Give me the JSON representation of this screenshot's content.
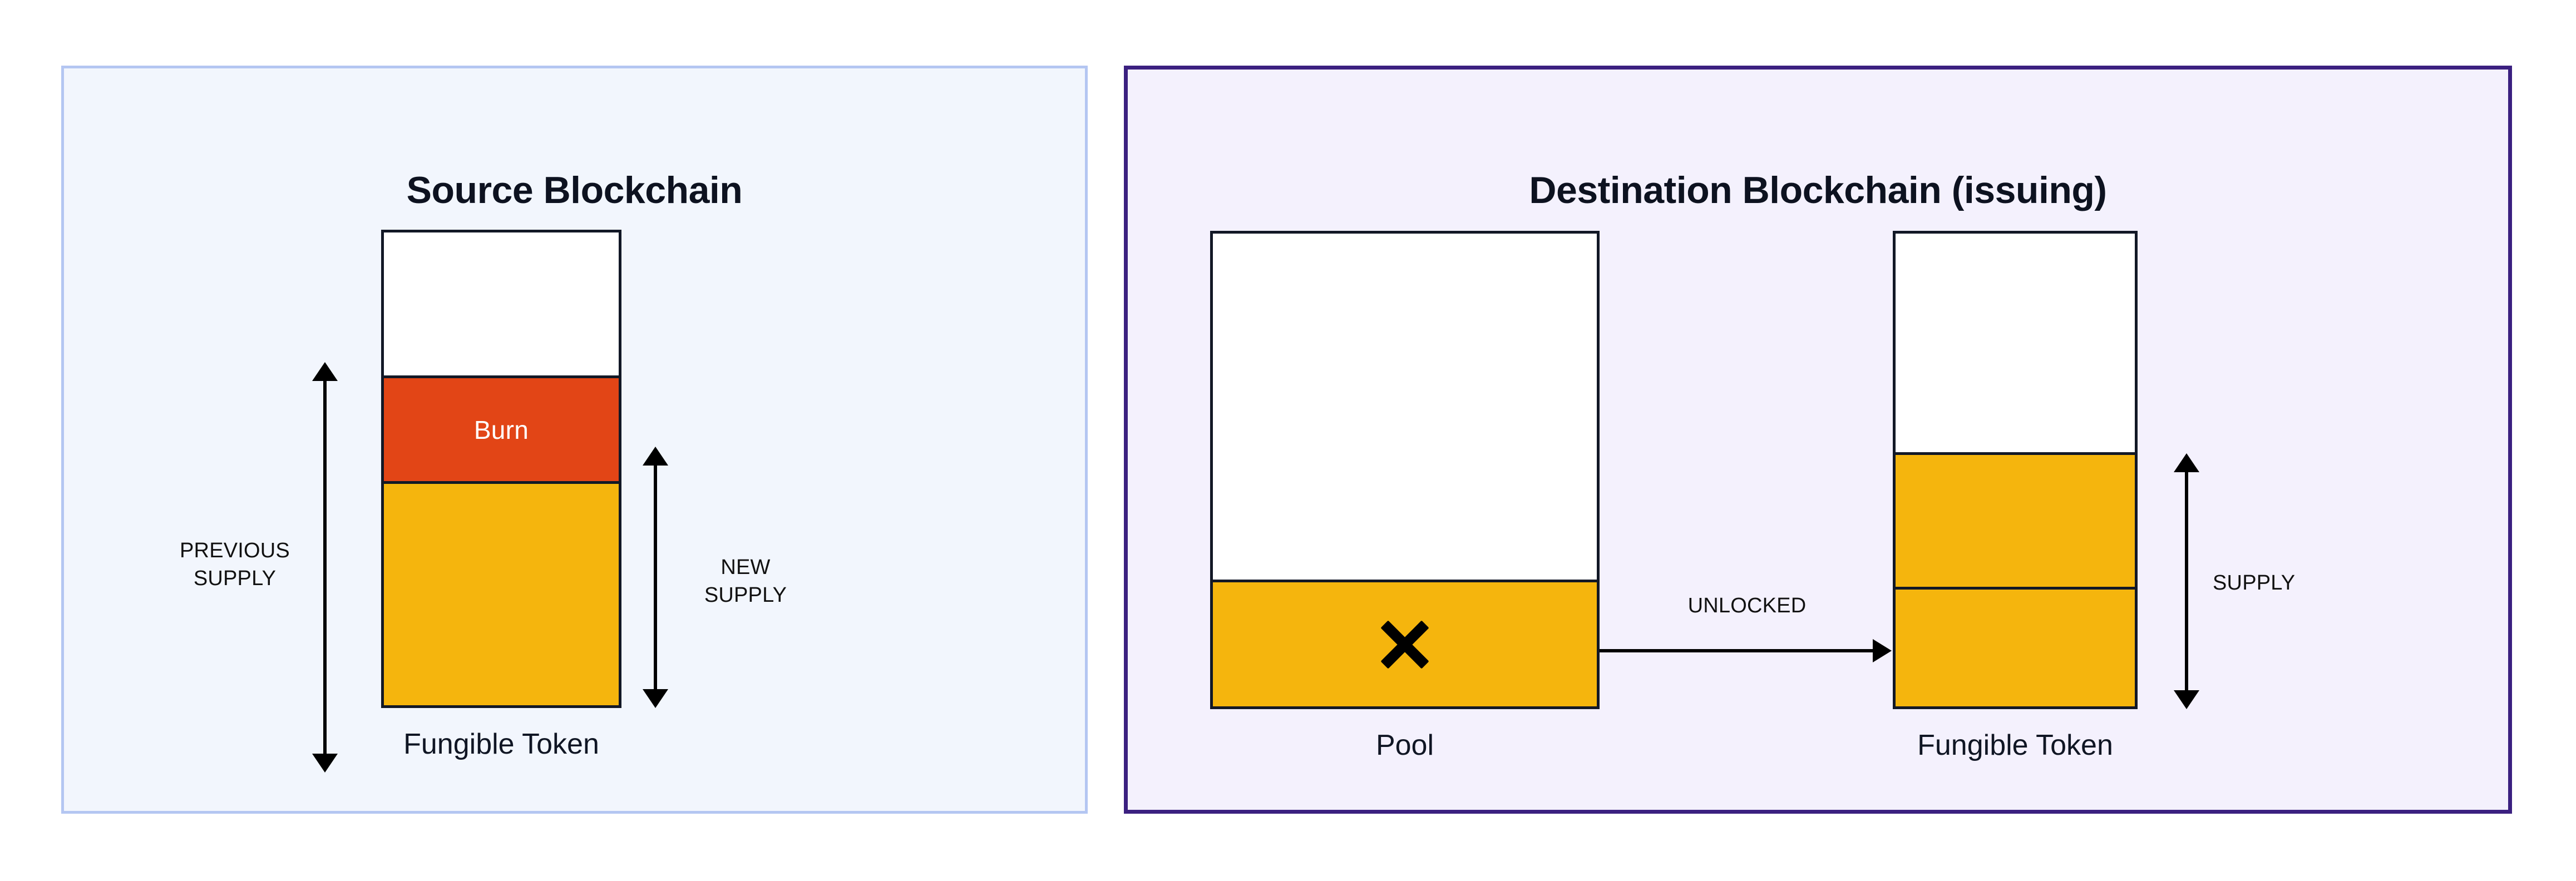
{
  "diagram": {
    "panels": [
      {
        "id": "source",
        "title": "Source Blockchain",
        "border_color": "#B4C6F2",
        "background_color": "#F2F6FD"
      },
      {
        "id": "destination",
        "title": "Destination Blockchain (issuing)",
        "border_color": "#3B2080",
        "background_color": "#F4F1FD"
      }
    ],
    "bars": {
      "source_token": {
        "caption": "Fungible Token",
        "segments": [
          {
            "name": "empty",
            "label": "",
            "color": "#FFFFFF"
          },
          {
            "name": "burn",
            "label": "Burn",
            "color": "#E24516"
          },
          {
            "name": "supply",
            "label": "",
            "color": "#F5B50D"
          }
        ]
      },
      "pool": {
        "caption": "Pool",
        "icon": "x-mark-icon",
        "segments": [
          {
            "name": "empty",
            "label": "",
            "color": "#FFFFFF"
          },
          {
            "name": "locked",
            "label": "",
            "color": "#F5B50D"
          }
        ]
      },
      "destination_token": {
        "caption": "Fungible Token",
        "segments": [
          {
            "name": "empty",
            "label": "",
            "color": "#FFFFFF"
          },
          {
            "name": "existing-supply",
            "label": "",
            "color": "#F5B50D"
          },
          {
            "name": "unlocked-supply",
            "label": "",
            "color": "#F5B50D"
          }
        ]
      }
    },
    "measures": [
      {
        "id": "previous-supply",
        "label": "PREVIOUS\nSUPPLY"
      },
      {
        "id": "new-supply",
        "label": "NEW\nSUPPLY"
      },
      {
        "id": "supply",
        "label": "SUPPLY"
      }
    ],
    "flow": {
      "label": "UNLOCKED",
      "direction": "left-to-right"
    },
    "colors": {
      "burn": "#E24516",
      "token": "#F5B50D",
      "outline": "#121826"
    }
  }
}
